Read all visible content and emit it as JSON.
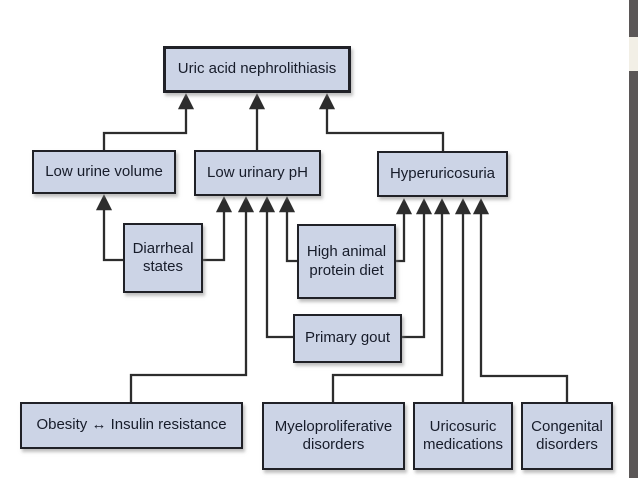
{
  "colors": {
    "node_fill": "#ccd4e6",
    "node_border": "#202127",
    "line": "#2d2d2d",
    "text": "#171c2a",
    "background": "#ffffff",
    "bar_dark": "#5b5757",
    "bar_light": "#f2efe6"
  },
  "diagram": {
    "type": "flowchart",
    "nodes": [
      {
        "id": "uric_acid_nephrolithiasis",
        "label": "Uric acid nephrolithiasis"
      },
      {
        "id": "low_urine_volume",
        "label": "Low urine volume"
      },
      {
        "id": "low_urinary_ph",
        "label": "Low urinary pH"
      },
      {
        "id": "hyperuricosuria",
        "label": "Hyperuricosuria"
      },
      {
        "id": "diarrheal_states",
        "label": "Diarrheal states"
      },
      {
        "id": "high_animal_protein_diet",
        "label": "High animal protein diet"
      },
      {
        "id": "primary_gout",
        "label": "Primary gout"
      },
      {
        "id": "obesity_insulin_resistance",
        "label": "Obesity ↔ Insulin resistance"
      },
      {
        "id": "myeloproliferative_disorders",
        "label": "Myeloproliferative disorders"
      },
      {
        "id": "uricosuric_medications",
        "label": "Uricosuric medications"
      },
      {
        "id": "congenital_disorders",
        "label": "Congenital disorders"
      }
    ],
    "edges": [
      {
        "from": "low_urine_volume",
        "to": "uric_acid_nephrolithiasis"
      },
      {
        "from": "low_urinary_ph",
        "to": "uric_acid_nephrolithiasis"
      },
      {
        "from": "hyperuricosuria",
        "to": "uric_acid_nephrolithiasis"
      },
      {
        "from": "diarrheal_states",
        "to": "low_urine_volume"
      },
      {
        "from": "diarrheal_states",
        "to": "low_urinary_ph"
      },
      {
        "from": "obesity_insulin_resistance",
        "to": "low_urinary_ph"
      },
      {
        "from": "primary_gout",
        "to": "low_urinary_ph"
      },
      {
        "from": "high_animal_protein_diet",
        "to": "low_urinary_ph"
      },
      {
        "from": "high_animal_protein_diet",
        "to": "hyperuricosuria"
      },
      {
        "from": "primary_gout",
        "to": "hyperuricosuria"
      },
      {
        "from": "myeloproliferative_disorders",
        "to": "hyperuricosuria"
      },
      {
        "from": "uricosuric_medications",
        "to": "hyperuricosuria"
      },
      {
        "from": "congenital_disorders",
        "to": "hyperuricosuria"
      }
    ]
  }
}
